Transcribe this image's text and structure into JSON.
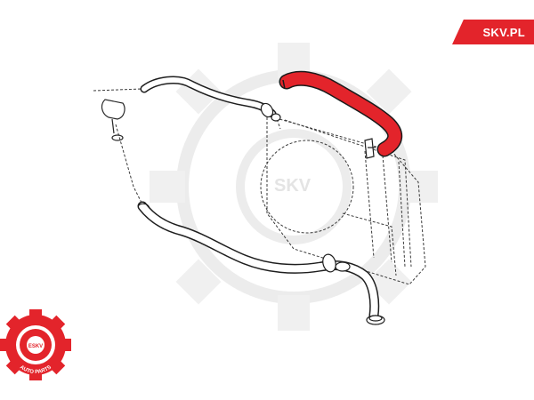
{
  "brand": {
    "label": "SKV.PL",
    "color": "#e3242b"
  },
  "watermark": {
    "label": "SKV"
  },
  "logo": {
    "name": "skv-auto-parts-badge",
    "text_top": "ESKV",
    "text_bottom": "AUTO PARTS",
    "color": "#e3242b"
  },
  "diagram": {
    "highlighted_part": "radiator-upper-hose",
    "highlight_color": "#e3242b",
    "line_color": "#2a2a2a"
  }
}
